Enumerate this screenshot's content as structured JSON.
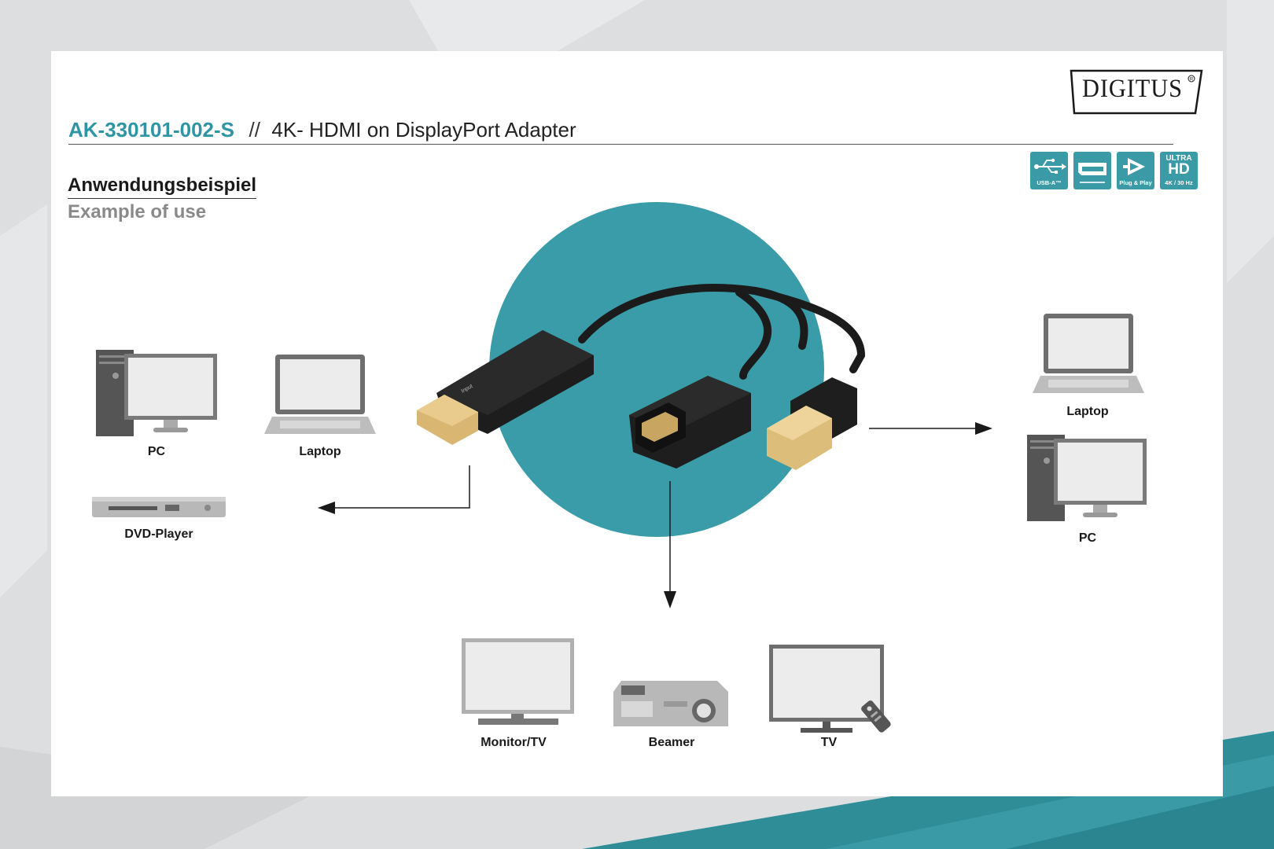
{
  "brand": {
    "logo_text": "DIGITUS"
  },
  "header": {
    "product_code": "AK-330101-002-S",
    "separator": "//",
    "product_name": "4K- HDMI on DisplayPort Adapter"
  },
  "section": {
    "title_de": "Anwendungsbeispiel",
    "title_en": "Example of use"
  },
  "badges": [
    {
      "icon": "usb-icon",
      "caption": "USB-A™"
    },
    {
      "icon": "displayport-icon",
      "caption": ""
    },
    {
      "icon": "plug-and-play-icon",
      "caption": "Plug & Play"
    },
    {
      "icon": "ultra-hd-icon",
      "caption": "4K / 30 Hz",
      "top": "ULTRA",
      "main": "HD"
    }
  ],
  "adapter": {
    "input_print": "Input"
  },
  "sources": [
    {
      "label": "PC"
    },
    {
      "label": "Laptop"
    },
    {
      "label": "DVD-Player"
    }
  ],
  "usb_power": [
    {
      "label": "Laptop"
    },
    {
      "label": "PC"
    }
  ],
  "outputs": [
    {
      "label": "Monitor/TV"
    },
    {
      "label": "Beamer"
    },
    {
      "label": "TV"
    }
  ],
  "colors": {
    "accent": "#3a9aa5",
    "circle": "#3a9ca8",
    "bg": "#dcdee0"
  }
}
